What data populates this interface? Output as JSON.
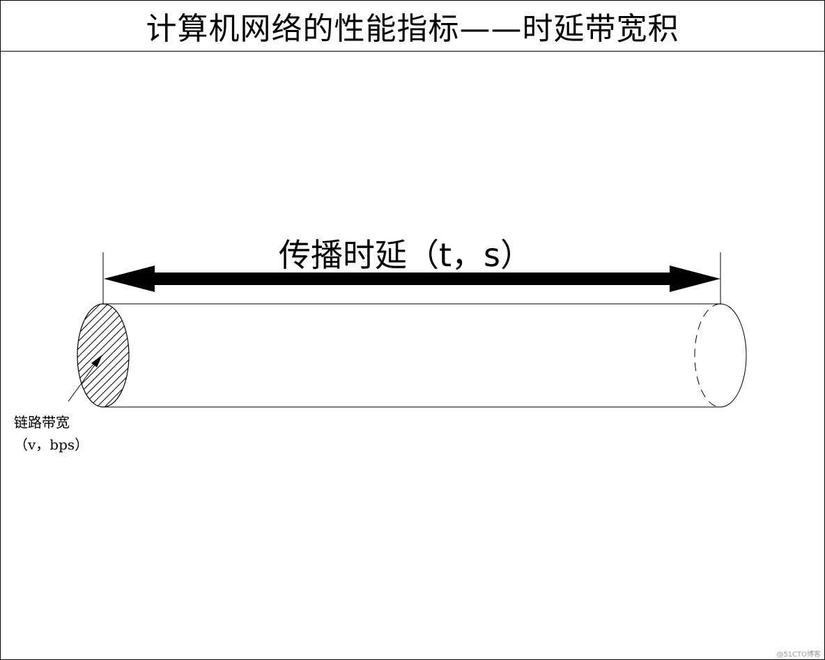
{
  "title": "计算机网络的性能指标——时延带宽积",
  "diagram": {
    "delay_label": "传播时延（t，s）",
    "bandwidth_label_line1": "链路带宽",
    "bandwidth_label_line2": "（v，bps）"
  },
  "watermark": "@51CTO博客",
  "colors": {
    "line": "#000000",
    "background": "#ffffff"
  }
}
